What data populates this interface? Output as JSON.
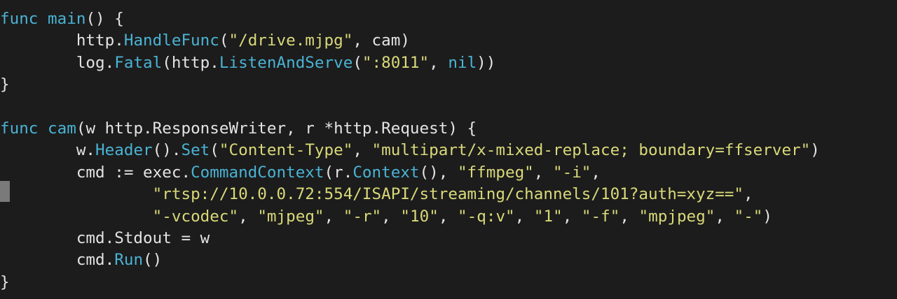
{
  "colors": {
    "background": "#1c1c1c",
    "keyword": "#4ab3d4",
    "function": "#4ab3d4",
    "string": "#d9d97a",
    "plain": "#e4e4e4",
    "cursor_marker": "#7a7a7a"
  },
  "code": {
    "lines": [
      [
        {
          "t": "kw",
          "v": "func"
        },
        {
          "t": "plain",
          "v": " "
        },
        {
          "t": "fn",
          "v": "main"
        },
        {
          "t": "plain",
          "v": "() {"
        }
      ],
      [
        {
          "t": "plain",
          "v": "        http."
        },
        {
          "t": "fn",
          "v": "HandleFunc"
        },
        {
          "t": "plain",
          "v": "("
        },
        {
          "t": "str",
          "v": "\"/drive.mjpg\""
        },
        {
          "t": "plain",
          "v": ", cam)"
        }
      ],
      [
        {
          "t": "plain",
          "v": "        log."
        },
        {
          "t": "fn",
          "v": "Fatal"
        },
        {
          "t": "plain",
          "v": "(http."
        },
        {
          "t": "fn",
          "v": "ListenAndServe"
        },
        {
          "t": "plain",
          "v": "("
        },
        {
          "t": "str",
          "v": "\":8011\""
        },
        {
          "t": "plain",
          "v": ", "
        },
        {
          "t": "kw",
          "v": "nil"
        },
        {
          "t": "plain",
          "v": "))"
        }
      ],
      [
        {
          "t": "plain",
          "v": "}"
        }
      ],
      [
        {
          "t": "plain",
          "v": ""
        }
      ],
      [
        {
          "t": "kw",
          "v": "func"
        },
        {
          "t": "plain",
          "v": " "
        },
        {
          "t": "fn",
          "v": "cam"
        },
        {
          "t": "plain",
          "v": "(w http.ResponseWriter, r *http.Request) {"
        }
      ],
      [
        {
          "t": "plain",
          "v": "        w."
        },
        {
          "t": "fn",
          "v": "Header"
        },
        {
          "t": "plain",
          "v": "()."
        },
        {
          "t": "fn",
          "v": "Set"
        },
        {
          "t": "plain",
          "v": "("
        },
        {
          "t": "str",
          "v": "\"Content-Type\""
        },
        {
          "t": "plain",
          "v": ", "
        },
        {
          "t": "str",
          "v": "\"multipart/x-mixed-replace; boundary=ffserver\""
        },
        {
          "t": "plain",
          "v": ")"
        }
      ],
      [
        {
          "t": "plain",
          "v": "        cmd := exec."
        },
        {
          "t": "fn",
          "v": "CommandContext"
        },
        {
          "t": "plain",
          "v": "(r."
        },
        {
          "t": "fn",
          "v": "Context"
        },
        {
          "t": "plain",
          "v": "(), "
        },
        {
          "t": "str",
          "v": "\"ffmpeg\""
        },
        {
          "t": "plain",
          "v": ", "
        },
        {
          "t": "str",
          "v": "\"-i\""
        },
        {
          "t": "plain",
          "v": ","
        }
      ],
      [
        {
          "t": "plain",
          "v": "                "
        },
        {
          "t": "str",
          "v": "\"rtsp://10.0.0.72:554/ISAPI/streaming/channels/101?auth=xyz==\""
        },
        {
          "t": "plain",
          "v": ","
        }
      ],
      [
        {
          "t": "plain",
          "v": "                "
        },
        {
          "t": "str",
          "v": "\"-vcodec\""
        },
        {
          "t": "plain",
          "v": ", "
        },
        {
          "t": "str",
          "v": "\"mjpeg\""
        },
        {
          "t": "plain",
          "v": ", "
        },
        {
          "t": "str",
          "v": "\"-r\""
        },
        {
          "t": "plain",
          "v": ", "
        },
        {
          "t": "str",
          "v": "\"10\""
        },
        {
          "t": "plain",
          "v": ", "
        },
        {
          "t": "str",
          "v": "\"-q:v\""
        },
        {
          "t": "plain",
          "v": ", "
        },
        {
          "t": "str",
          "v": "\"1\""
        },
        {
          "t": "plain",
          "v": ", "
        },
        {
          "t": "str",
          "v": "\"-f\""
        },
        {
          "t": "plain",
          "v": ", "
        },
        {
          "t": "str",
          "v": "\"mpjpeg\""
        },
        {
          "t": "plain",
          "v": ", "
        },
        {
          "t": "str",
          "v": "\"-\""
        },
        {
          "t": "plain",
          "v": ")"
        }
      ],
      [
        {
          "t": "plain",
          "v": "        cmd.Stdout = w"
        }
      ],
      [
        {
          "t": "plain",
          "v": "        cmd."
        },
        {
          "t": "fn",
          "v": "Run"
        },
        {
          "t": "plain",
          "v": "()"
        }
      ],
      [
        {
          "t": "plain",
          "v": "}"
        }
      ]
    ]
  }
}
